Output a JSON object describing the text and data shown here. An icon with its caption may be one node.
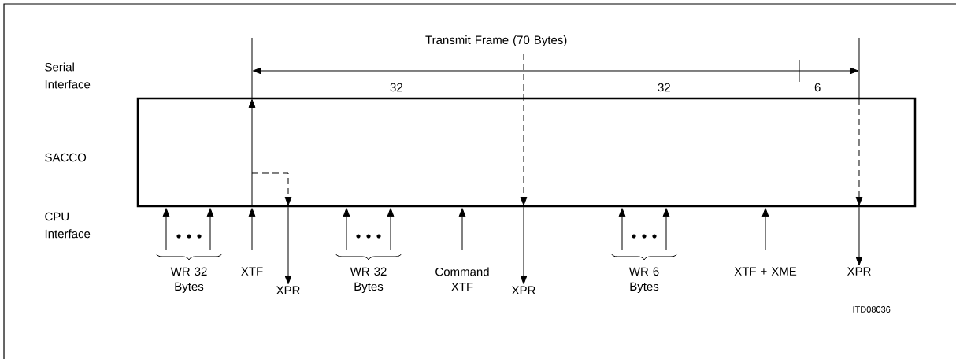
{
  "diagram": {
    "nodes": [
      {
        "text": [],
        "shape": "box"
      },
      {
        "text": [
          "WR 32 Bytes"
        ]
      },
      {
        "text": [
          "XTF"
        ]
      },
      {
        "text": [
          "XPR"
        ]
      },
      {
        "text": [
          "WR 32 Bytes"
        ]
      },
      {
        "text": [
          "Command XTF"
        ]
      },
      {
        "text": [
          "XPR"
        ]
      },
      {
        "text": [
          "WR 6 Bytes"
        ]
      },
      {
        "text": [
          "XTF + XME"
        ]
      },
      {
        "text": [
          "XPR"
        ]
      }
    ],
    "edges": [
      {
        "from": 1,
        "to": 0,
        "arrow": "to"
      },
      {
        "from": 1,
        "to": 0,
        "arrow": "to"
      },
      {
        "from": 2,
        "to": 0,
        "arrow": "to"
      },
      {
        "from": 0,
        "to": 3,
        "arrow": "to"
      },
      {
        "from": 4,
        "to": 0,
        "arrow": "to"
      },
      {
        "from": 4,
        "to": 0,
        "arrow": "to"
      },
      {
        "from": 5,
        "to": 0,
        "arrow": "to"
      },
      {
        "from": 0,
        "to": 6,
        "arrow": "to"
      },
      {
        "from": 7,
        "to": 0,
        "arrow": "to"
      },
      {
        "from": 7,
        "to": 0,
        "arrow": "to"
      },
      {
        "from": 8,
        "to": 0,
        "arrow": "to"
      },
      {
        "from": 0,
        "to": 9,
        "arrow": "to"
      }
    ],
    "labels": [
      "Serial Interface",
      "SACCO",
      "CPU Interface",
      "Transmit Frame (70 Bytes)",
      "32",
      "32",
      "6",
      "ITD08036"
    ]
  }
}
